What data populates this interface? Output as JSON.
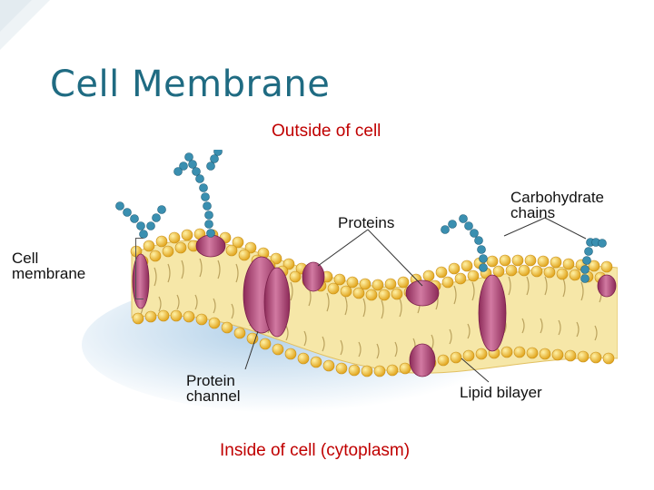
{
  "slide": {
    "title": "Cell Membrane"
  },
  "diagram": {
    "outside_label": "Outside of cell",
    "inside_label": "Inside of cell (cytoplasm)",
    "labels": {
      "cell_membrane": [
        "Cell",
        "membrane"
      ],
      "proteins": "Proteins",
      "carbohydrate_chains": [
        "Carbohydrate",
        "chains"
      ],
      "protein_channel": [
        "Protein",
        "channel"
      ],
      "lipid_bilayer": "Lipid bilayer"
    }
  },
  "colors": {
    "title": "#1f6b82",
    "caption_red": "#c00000",
    "lipid_head": "#f2c23a",
    "lipid_tail": "#8a6a20",
    "protein": "#b84a78",
    "carbohydrate": "#3a8fb0",
    "cytoplasm": "#a9cbe6",
    "membrane_core": "#f6e7a8"
  }
}
